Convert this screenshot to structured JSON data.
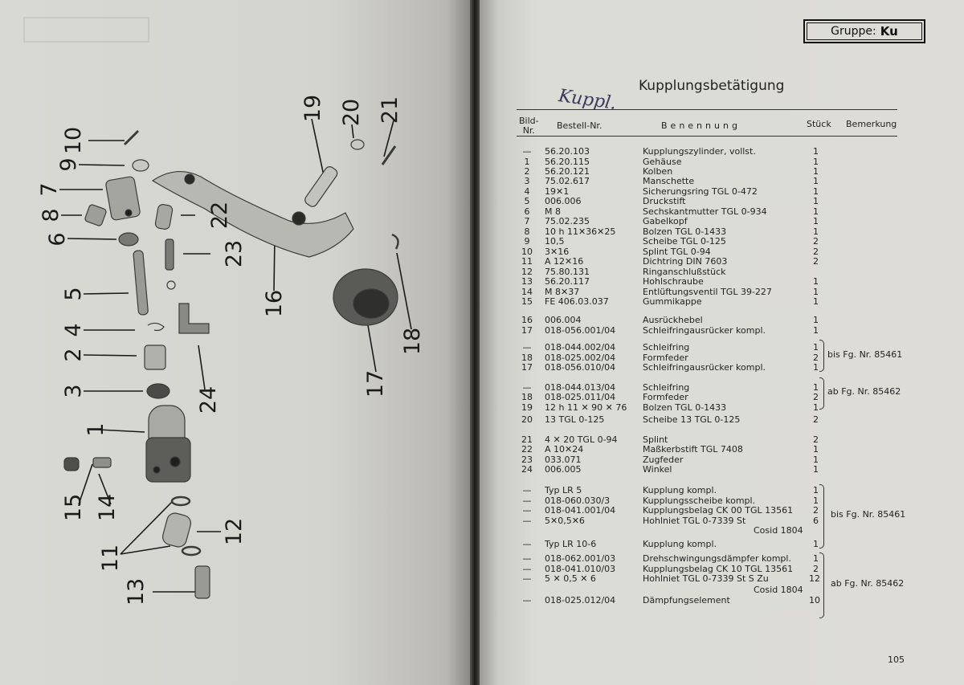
{
  "group": {
    "label": "Gruppe:",
    "value": "Ku"
  },
  "title": "Kupplungsbetätigung",
  "handwriting": "Kuppl.",
  "headers": {
    "bild": [
      "Bild-",
      "Nr."
    ],
    "bestell": "Bestell-Nr.",
    "benennung": "Benennung",
    "stueck": "Stück",
    "bemerkung": "Bemerkung"
  },
  "rows": [
    {
      "bild": "—",
      "nr": "56.20.103",
      "name": "Kupplungszylinder, vollst.",
      "qty": "1"
    },
    {
      "bild": "1",
      "nr": "56.20.115",
      "name": "Gehäuse",
      "qty": "1"
    },
    {
      "bild": "2",
      "nr": "56.20.121",
      "name": "Kolben",
      "qty": "1"
    },
    {
      "bild": "3",
      "nr": "75.02.617",
      "name": "Manschette",
      "qty": "1"
    },
    {
      "bild": "4",
      "nr": "19✕1",
      "name": "Sicherungsring  TGL 0-472",
      "qty": "1"
    },
    {
      "bild": "5",
      "nr": "006.006",
      "name": "Druckstift",
      "qty": "1"
    },
    {
      "bild": "6",
      "nr": "M 8",
      "name": "Sechskantmutter  TGL 0-934",
      "qty": "1"
    },
    {
      "bild": "7",
      "nr": "75.02.235",
      "name": "Gabelkopf",
      "qty": "1"
    },
    {
      "bild": "8",
      "nr": "10 h  11✕36✕25",
      "name": "Bolzen  TGL 0-1433",
      "qty": "1"
    },
    {
      "bild": "9",
      "nr": "10,5",
      "name": "Scheibe  TGL 0-125",
      "qty": "2"
    },
    {
      "bild": "10",
      "nr": "3✕16",
      "name": "Splint  TGL 0-94",
      "qty": "2"
    },
    {
      "bild": "11",
      "nr": "A 12✕16",
      "name": "Dichtring  DIN 7603",
      "qty": "2"
    },
    {
      "bild": "12",
      "nr": "75.80.131",
      "name": "Ringanschlußstück",
      "qty": ""
    },
    {
      "bild": "13",
      "nr": "56.20.117",
      "name": "Hohlschraube",
      "qty": "1"
    },
    {
      "bild": "14",
      "nr": "M 8✕37",
      "name": "Entlüftungsventil  TGL 39-227",
      "qty": "1"
    },
    {
      "bild": "15",
      "nr": "FE 406.03.037",
      "name": "Gummikappe",
      "qty": "1"
    },
    {
      "bild": "16",
      "nr": "006.004",
      "name": "Ausrückhebel",
      "qty": "1"
    },
    {
      "bild": "17",
      "nr": "018-056.001/04",
      "name": "Schleifringausrücker kompl.",
      "qty": "1"
    },
    {
      "bild": "—",
      "nr": "018-044.002/04",
      "name": "Schleifring",
      "qty": "1"
    },
    {
      "bild": "18",
      "nr": "018-025.002/04",
      "name": "Formfeder",
      "qty": "2"
    },
    {
      "bild": "17",
      "nr": "018-056.010/04",
      "name": "Schleifringausrücker kompl.",
      "qty": "1"
    },
    {
      "bild": "—",
      "nr": "018-044.013/04",
      "name": "Schleifring",
      "qty": "1"
    },
    {
      "bild": "18",
      "nr": "018-025.011/04",
      "name": "Formfeder",
      "qty": "2"
    },
    {
      "bild": "19",
      "nr": "12 h 11 ✕ 90 ✕ 76",
      "name": "Bolzen  TGL 0-1433",
      "qty": "1"
    },
    {
      "bild": "20",
      "nr": "13 TGL 0-125",
      "name": "Scheibe 13 TGL 0-125",
      "qty": "2"
    },
    {
      "bild": "21",
      "nr": "4 ✕ 20 TGL 0-94",
      "name": "Splint",
      "qty": "2"
    },
    {
      "bild": "22",
      "nr": "A 10✕24",
      "name": "Maßkerbstift  TGL 7408",
      "qty": "1"
    },
    {
      "bild": "23",
      "nr": "033.071",
      "name": "Zugfeder",
      "qty": "1"
    },
    {
      "bild": "24",
      "nr": "006.005",
      "name": "Winkel",
      "qty": "1"
    },
    {
      "bild": "—",
      "nr": "Typ LR 5",
      "name": "Kupplung kompl.",
      "qty": "1"
    },
    {
      "bild": "—",
      "nr": "018-060.030/3",
      "name": "Kupplungsscheibe kompl.",
      "qty": "1"
    },
    {
      "bild": "—",
      "nr": "018-041.001/04",
      "name": "Kupplungsbelag CK 00 TGL 13561",
      "qty": "2"
    },
    {
      "bild": "—",
      "nr": "5✕0,5✕6",
      "name": "Hohlniet  TGL 0-7339 St",
      "qty": "6"
    },
    {
      "bild": "—",
      "nr": "Typ LR 10-6",
      "name": "Kupplung kompl.",
      "qty": "1"
    },
    {
      "bild": "—",
      "nr": "018-062.001/03",
      "name": "Drehschwingungsdämpfer kompl.",
      "qty": "1"
    },
    {
      "bild": "—",
      "nr": "018-041.010/03",
      "name": "Kupplungsbelag CK 10 TGL 13561",
      "qty": "2"
    },
    {
      "bild": "—",
      "nr": "5 ✕ 0,5 ✕ 6",
      "name": "Hohlniet  TGL 0-7339 St S Zu",
      "qty": "12"
    },
    {
      "bild": "—",
      "nr": "018-025.012/04",
      "name": "Dämpfungselement",
      "qty": "10"
    }
  ],
  "cosid": [
    "Cosid 1804",
    "Cosid 1804"
  ],
  "remarks": [
    "bis Fg. Nr. 85461",
    "ab Fg. Nr. 85462",
    "bis Fg. Nr. 85461",
    "ab Fg. Nr. 85462"
  ],
  "page_number": "105",
  "figure_labels": [
    "1",
    "2",
    "3",
    "4",
    "5",
    "6",
    "7",
    "8",
    "9",
    "10",
    "11",
    "12",
    "13",
    "14",
    "15",
    "16",
    "17",
    "18",
    "19",
    "20",
    "21",
    "22",
    "23",
    "24"
  ]
}
